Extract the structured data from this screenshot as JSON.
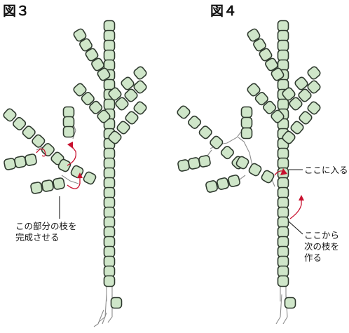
{
  "figures": [
    {
      "title": "図３",
      "notes": [
        {
          "lines": [
            "この部分の枝を",
            "完成させる"
          ]
        }
      ]
    },
    {
      "title": "図４",
      "notes": [
        {
          "lines": [
            "ここに入る"
          ]
        },
        {
          "lines": [
            "ここから",
            "次の枝を",
            "作る"
          ]
        }
      ]
    }
  ],
  "colors": {
    "bead_fill": "#cfe6c9",
    "bead_outline": "#2f3a2f",
    "arrow": "#c8102e",
    "cord": "#8d8d8d"
  }
}
